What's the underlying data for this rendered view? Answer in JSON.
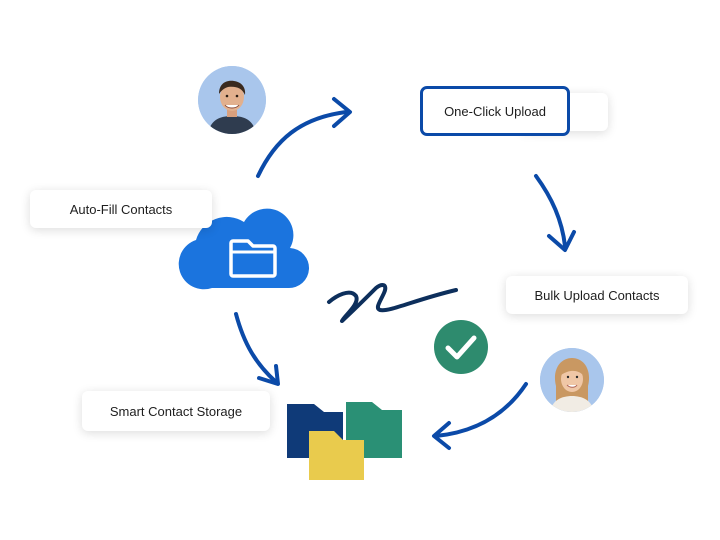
{
  "nodes": {
    "one_click_upload": "One-Click Upload",
    "auto_fill_contacts": "Auto-Fill Contacts",
    "bulk_upload_contacts": "Bulk Upload Contacts",
    "smart_contact_storage": "Smart Contact Storage"
  },
  "icons": {
    "cloud": "cloud-folder-icon",
    "check": "check-circle-icon",
    "folders": "folders-icon",
    "signature": "signature-scribble-icon"
  },
  "avatars": {
    "top": "avatar-man",
    "bottom": "avatar-girl"
  },
  "colors": {
    "arrow": "#0b4aa8",
    "cloud": "#1b74de",
    "check_circle": "#2e8b6e",
    "folder_navy": "#0f3a78",
    "folder_teal": "#2a9075",
    "folder_yellow": "#e9cb4d",
    "scribble": "#0d2f5c"
  }
}
